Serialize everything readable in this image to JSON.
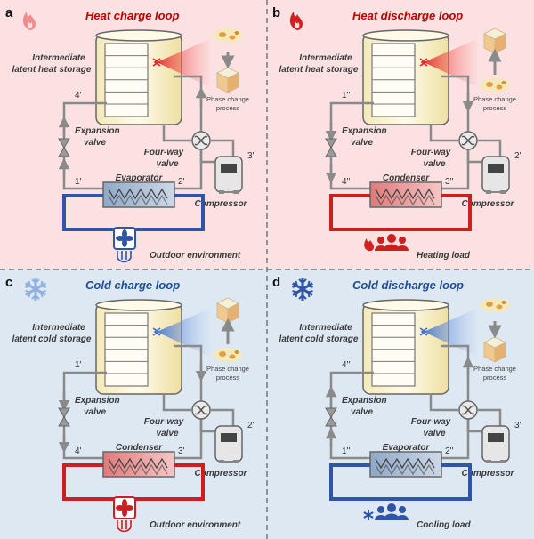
{
  "panels": {
    "a": {
      "letter": "a",
      "title": "Heat charge loop",
      "storage_line1": "Intermediate",
      "storage_line2": "latent heat storage",
      "expansion_line1": "Expansion",
      "expansion_line2": "valve",
      "fourway_line1": "Four-way",
      "fourway_line2": "valve",
      "exchanger": "Evaporator",
      "compressor": "Compressor",
      "phase_line1": "Phase change",
      "phase_line2": "process",
      "environment": "Outdoor environment",
      "pt_top": "4'",
      "pt_left_bottom": "1'",
      "pt_right_bottom": "2'",
      "pt_compressor": "3'"
    },
    "b": {
      "letter": "b",
      "title": "Heat discharge loop",
      "storage_line1": "Intermediate",
      "storage_line2": "latent heat storage",
      "expansion_line1": "Expansion",
      "expansion_line2": "valve",
      "fourway_line1": "Four-way",
      "fourway_line2": "valve",
      "exchanger": "Condenser",
      "compressor": "Compressor",
      "phase_line1": "Phase change",
      "phase_line2": "process",
      "environment": "Heating load",
      "pt_top": "1''",
      "pt_left_bottom": "4''",
      "pt_right_bottom": "3''",
      "pt_compressor": "2''"
    },
    "c": {
      "letter": "c",
      "title": "Cold charge loop",
      "storage_line1": "Intermediate",
      "storage_line2": "latent cold storage",
      "expansion_line1": "Expansion",
      "expansion_line2": "valve",
      "fourway_line1": "Four-way",
      "fourway_line2": "valve",
      "exchanger": "Condenser",
      "compressor": "Compressor",
      "phase_line1": "Phase change",
      "phase_line2": "process",
      "environment": "Outdoor environment",
      "pt_top": "1'",
      "pt_left_bottom": "4'",
      "pt_right_bottom": "3'",
      "pt_compressor": "2'"
    },
    "d": {
      "letter": "d",
      "title": "Cold discharge loop",
      "storage_line1": "Intermediate",
      "storage_line2": "latent cold storage",
      "expansion_line1": "Expansion",
      "expansion_line2": "valve",
      "fourway_line1": "Four-way",
      "fourway_line2": "valve",
      "exchanger": "Evaporator",
      "compressor": "Compressor",
      "phase_line1": "Phase change",
      "phase_line2": "process",
      "environment": "Cooling load",
      "pt_top": "4''",
      "pt_left_bottom": "1''",
      "pt_right_bottom": "2''",
      "pt_compressor": "3''"
    }
  },
  "colors": {
    "heat_bg": "#fbe1e1",
    "cold_bg": "#dde8f3",
    "red_pipe": "#cc1f1f",
    "blue_pipe": "#2f56a6",
    "gray_pipe": "#8a8a8a",
    "storage_fill": "#fff6d6",
    "title_red": "#c00000",
    "title_blue": "#1f4e9c"
  }
}
